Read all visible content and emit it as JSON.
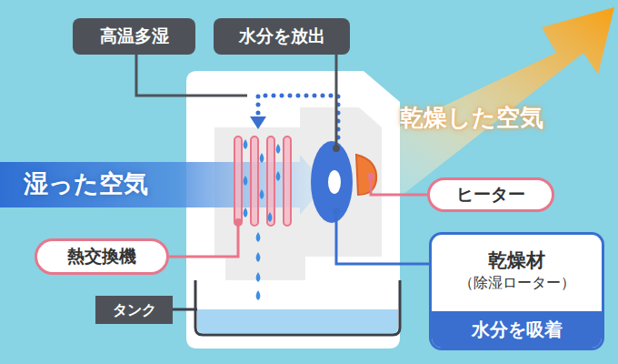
{
  "diagram": {
    "nodes": [
      {
        "text": [
          "高温多湿"
        ]
      },
      {
        "text": [
          "水分を放出"
        ]
      },
      {
        "text": [
          "ヒーター"
        ]
      },
      {
        "text": [
          "熱交換機"
        ]
      },
      {
        "text": [
          "乾燥材",
          "（除湿ローター）"
        ]
      },
      {
        "text": [
          "水分を吸着"
        ],
        "in": 4
      },
      {
        "text": [
          "タンク"
        ]
      }
    ],
    "labels": [
      "湿った空気",
      "乾燥した空気"
    ]
  }
}
